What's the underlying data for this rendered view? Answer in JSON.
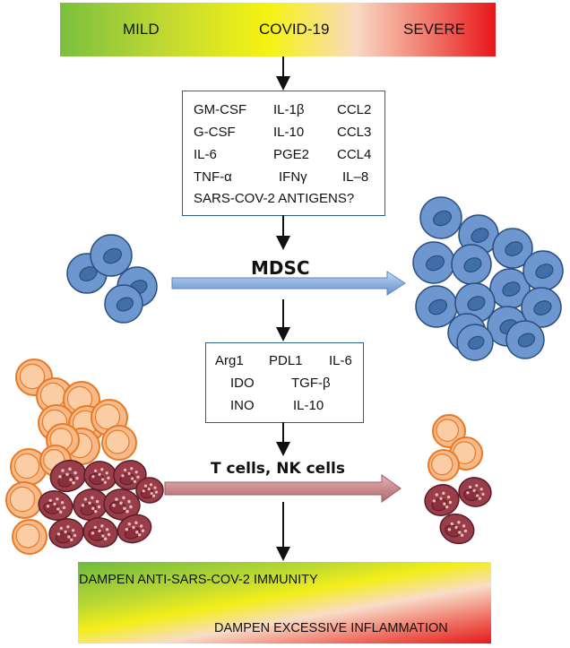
{
  "top_bar": {
    "mild": "MILD",
    "covid": "COVID-19",
    "severe": "SEVERE"
  },
  "stimuli_box": {
    "rows": [
      [
        "GM-CSF",
        "IL-1β",
        "CCL2"
      ],
      [
        "G-CSF",
        "IL-10",
        "CCL3"
      ],
      [
        "IL-6",
        "PGE2",
        "CCL4"
      ],
      [
        "TNF-α",
        "IFNγ",
        "IL–8"
      ]
    ],
    "last_line": "SARS-COV-2 ANTIGENS?"
  },
  "mdsc_label": "MDSC",
  "mediators_box": {
    "row1": [
      "Arg1",
      "PDL1",
      "IL-6"
    ],
    "row2": [
      "IDO",
      "TGF-β"
    ],
    "row3": [
      "INO",
      "IL-10"
    ]
  },
  "tcells_label": "T cells, NK cells",
  "bottom_bar": {
    "line1": "DAMPEN ANTI-SARS-COV-2 IMMUNITY",
    "line2": "DAMPEN EXCESSIVE INFLAMMATION"
  },
  "colors": {
    "mdsc_fill": "#6e97cf",
    "mdsc_nucleus": "#3f6ea8",
    "tcell_fill": "#f6b98a",
    "tcell_stroke": "#e87a25",
    "nk_fill": "#9a3d4a",
    "nk_stroke": "#5a1d27",
    "box_border": "#2c5f8a"
  }
}
